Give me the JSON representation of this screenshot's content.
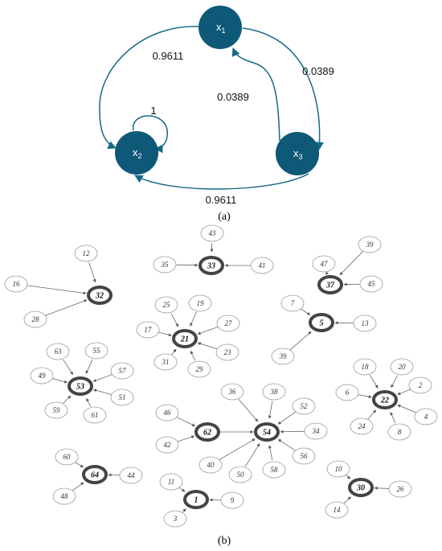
{
  "panel_a": {
    "caption": "(a)",
    "states": [
      {
        "id": "x1",
        "base": "x",
        "sub": "1"
      },
      {
        "id": "x2",
        "base": "x",
        "sub": "2"
      },
      {
        "id": "x3",
        "base": "x",
        "sub": "3"
      }
    ],
    "transitions": [
      {
        "from": "x1",
        "to": "x2",
        "label": "0.9611"
      },
      {
        "from": "x1",
        "to": "x3",
        "label": "0.0389"
      },
      {
        "from": "x3",
        "to": "x1",
        "label": "0.0389"
      },
      {
        "from": "x3",
        "to": "x2",
        "label": "0.9611"
      },
      {
        "from": "x2",
        "to": "x2",
        "label": "1"
      }
    ],
    "colors": {
      "node": "#0e5878",
      "edge": "#176a86",
      "text": "#ffffff"
    }
  },
  "panel_b": {
    "caption": "(b)",
    "clusters": [
      {
        "hub": "32",
        "leaves": [
          "12",
          "16",
          "28"
        ]
      },
      {
        "hub": "33",
        "leaves": [
          "43",
          "35",
          "41"
        ]
      },
      {
        "hub": "37",
        "leaves": [
          "39",
          "47",
          "45"
        ]
      },
      {
        "hub": "21",
        "leaves": [
          "25",
          "19",
          "27",
          "17",
          "23",
          "31",
          "29"
        ]
      },
      {
        "hub": "5",
        "leaves": [
          "7",
          "13",
          "39"
        ]
      },
      {
        "hub": "53",
        "leaves": [
          "63",
          "55",
          "49",
          "57",
          "51",
          "59",
          "61"
        ]
      },
      {
        "hub": "22",
        "leaves": [
          "18",
          "20",
          "6",
          "2",
          "24",
          "4",
          "8"
        ]
      },
      {
        "hub": "62",
        "leaves": [
          "46",
          "42"
        ]
      },
      {
        "hub": "54",
        "leaves": [
          "36",
          "38",
          "52",
          "34",
          "56",
          "58",
          "50",
          "40"
        ]
      },
      {
        "hub": "64",
        "leaves": [
          "60",
          "44",
          "48"
        ]
      },
      {
        "hub": "1",
        "leaves": [
          "11",
          "9",
          "3"
        ]
      },
      {
        "hub": "30",
        "leaves": [
          "10",
          "26",
          "14"
        ]
      }
    ],
    "links": [
      {
        "from": "62",
        "to": "54"
      }
    ],
    "colors": {
      "hub_ring": "#444444",
      "leaf_stroke": "#999999",
      "edge": "#666666"
    }
  }
}
